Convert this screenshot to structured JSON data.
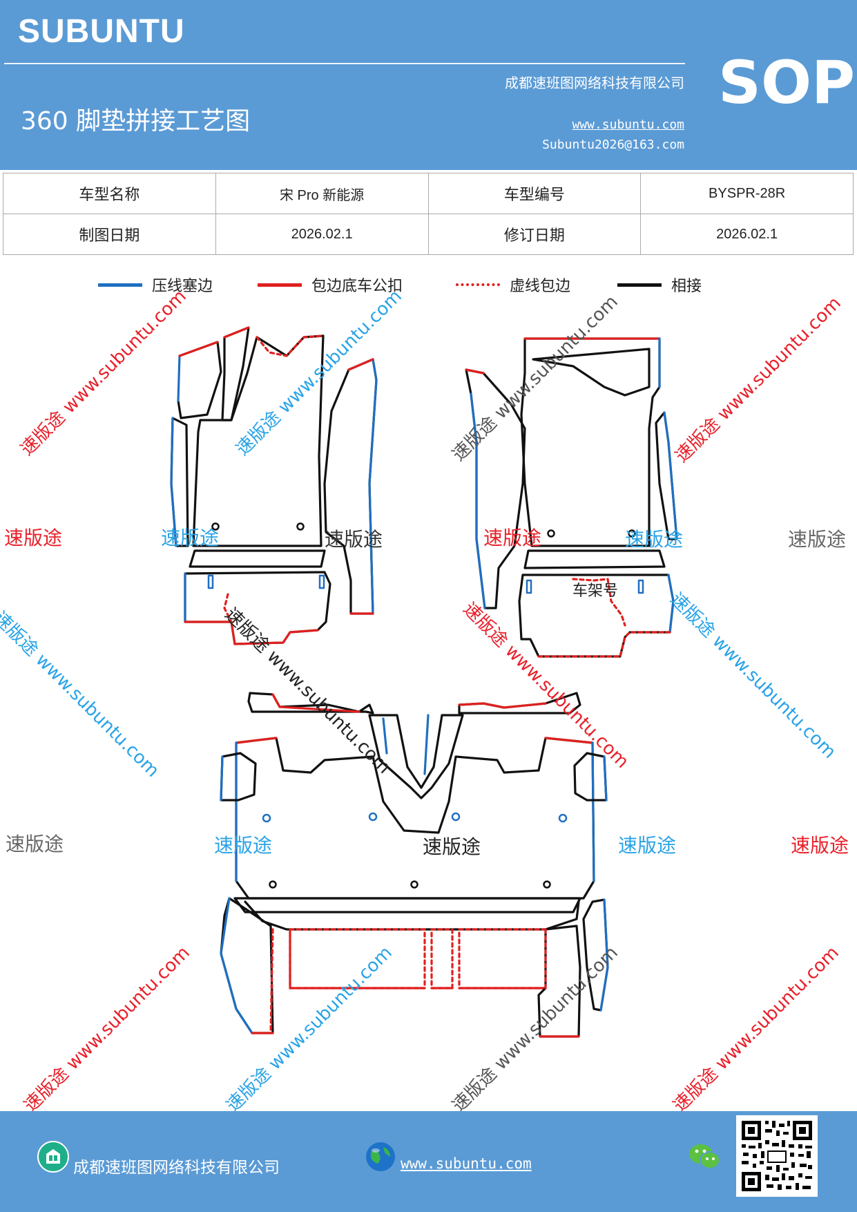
{
  "header": {
    "brand": "SUBUNTU",
    "title": "360 脚垫拼接工艺图",
    "company": "成都速班图网络科技有限公司",
    "website": "www.subuntu.com",
    "email": "Subuntu2026@163.com",
    "badge": "SOP"
  },
  "info_table": {
    "row1": {
      "label1": "车型名称",
      "value1": "宋 Pro 新能源",
      "label2": "车型编号",
      "value2": "BYSPR-28R"
    },
    "row2": {
      "label1": "制图日期",
      "value1": "2026.02.1",
      "label2": "修订日期",
      "value2": "2026.02.1"
    }
  },
  "legend": [
    {
      "label": "压线塞边",
      "color": "#1f6fc1",
      "style": "solid"
    },
    {
      "label": "包边底车公扣",
      "color": "#e0201f",
      "style": "solid"
    },
    {
      "label": "虚线包边",
      "color": "#e0201f",
      "style": "dotted"
    },
    {
      "label": "相接",
      "color": "#111111",
      "style": "solid"
    }
  ],
  "diagram": {
    "frame_label": "车架号"
  },
  "watermarks": {
    "brand_cn": "速版途",
    "diagonal": "速版途 www.subuntu.com"
  },
  "footer": {
    "company": "成都速班图网络科技有限公司",
    "website": "www.subuntu.com"
  },
  "colors": {
    "header_bg": "#5b9bd5",
    "blue": "#1f6fc1",
    "red": "#e0201f",
    "watermark_blue": "#29a3e6",
    "watermark_red": "#e8202a",
    "watermark_gray": "#666666"
  },
  "icons": [
    "company-logo-icon",
    "globe-icon",
    "wechat-icon",
    "qr-code"
  ]
}
